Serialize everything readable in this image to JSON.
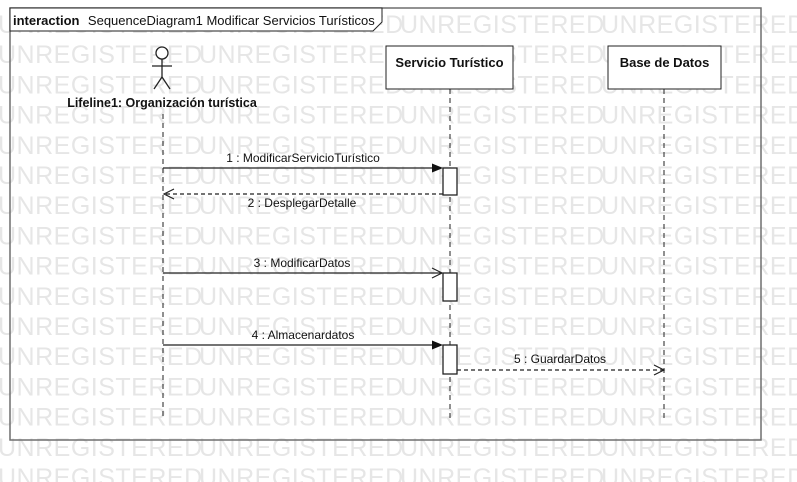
{
  "frame": {
    "keyword": "interaction",
    "title": "SequenceDiagram1 Modificar Servicios Turísticos"
  },
  "watermark": "UNREGISTERED",
  "lifelines": {
    "actor": {
      "label": "Lifeline1: Organización turística"
    },
    "servicio": {
      "label": "Servicio Turístico"
    },
    "base": {
      "label": "Base de Datos"
    }
  },
  "messages": [
    {
      "id": 1,
      "label": "1 : ModificarServicioTurístico",
      "kind": "synchronous"
    },
    {
      "id": 2,
      "label": "2 : DesplegarDetalle",
      "kind": "reply"
    },
    {
      "id": 3,
      "label": "3 : ModificarDatos",
      "kind": "asynchronous"
    },
    {
      "id": 4,
      "label": "4 : Almacenardatos",
      "kind": "synchronous"
    },
    {
      "id": 5,
      "label": "5 : GuardarDatos",
      "kind": "reply"
    }
  ]
}
